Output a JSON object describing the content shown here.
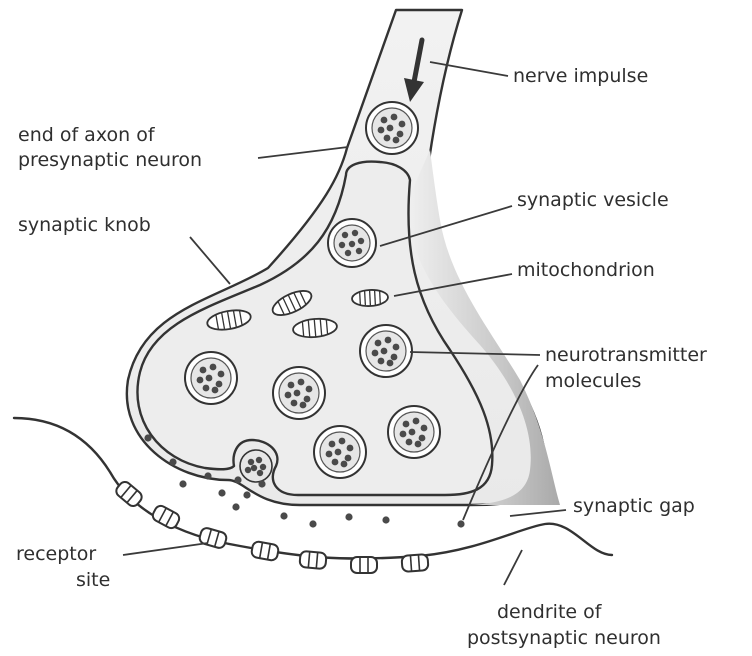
{
  "labels": {
    "nerve_impulse": "nerve impulse",
    "end_of_axon_line1": "end of axon of",
    "end_of_axon_line2": "presynaptic neuron",
    "synaptic_knob": "synaptic knob",
    "synaptic_vesicle": "synaptic vesicle",
    "mitochondrion": "mitochondrion",
    "neurotransmitter_line1": "neurotransmitter",
    "neurotransmitter_line2": "molecules",
    "synaptic_gap": "synaptic gap",
    "receptor_line1": "receptor",
    "receptor_line2": "site",
    "dendrite_line1": "dendrite of",
    "dendrite_line2": "postsynaptic neuron"
  }
}
